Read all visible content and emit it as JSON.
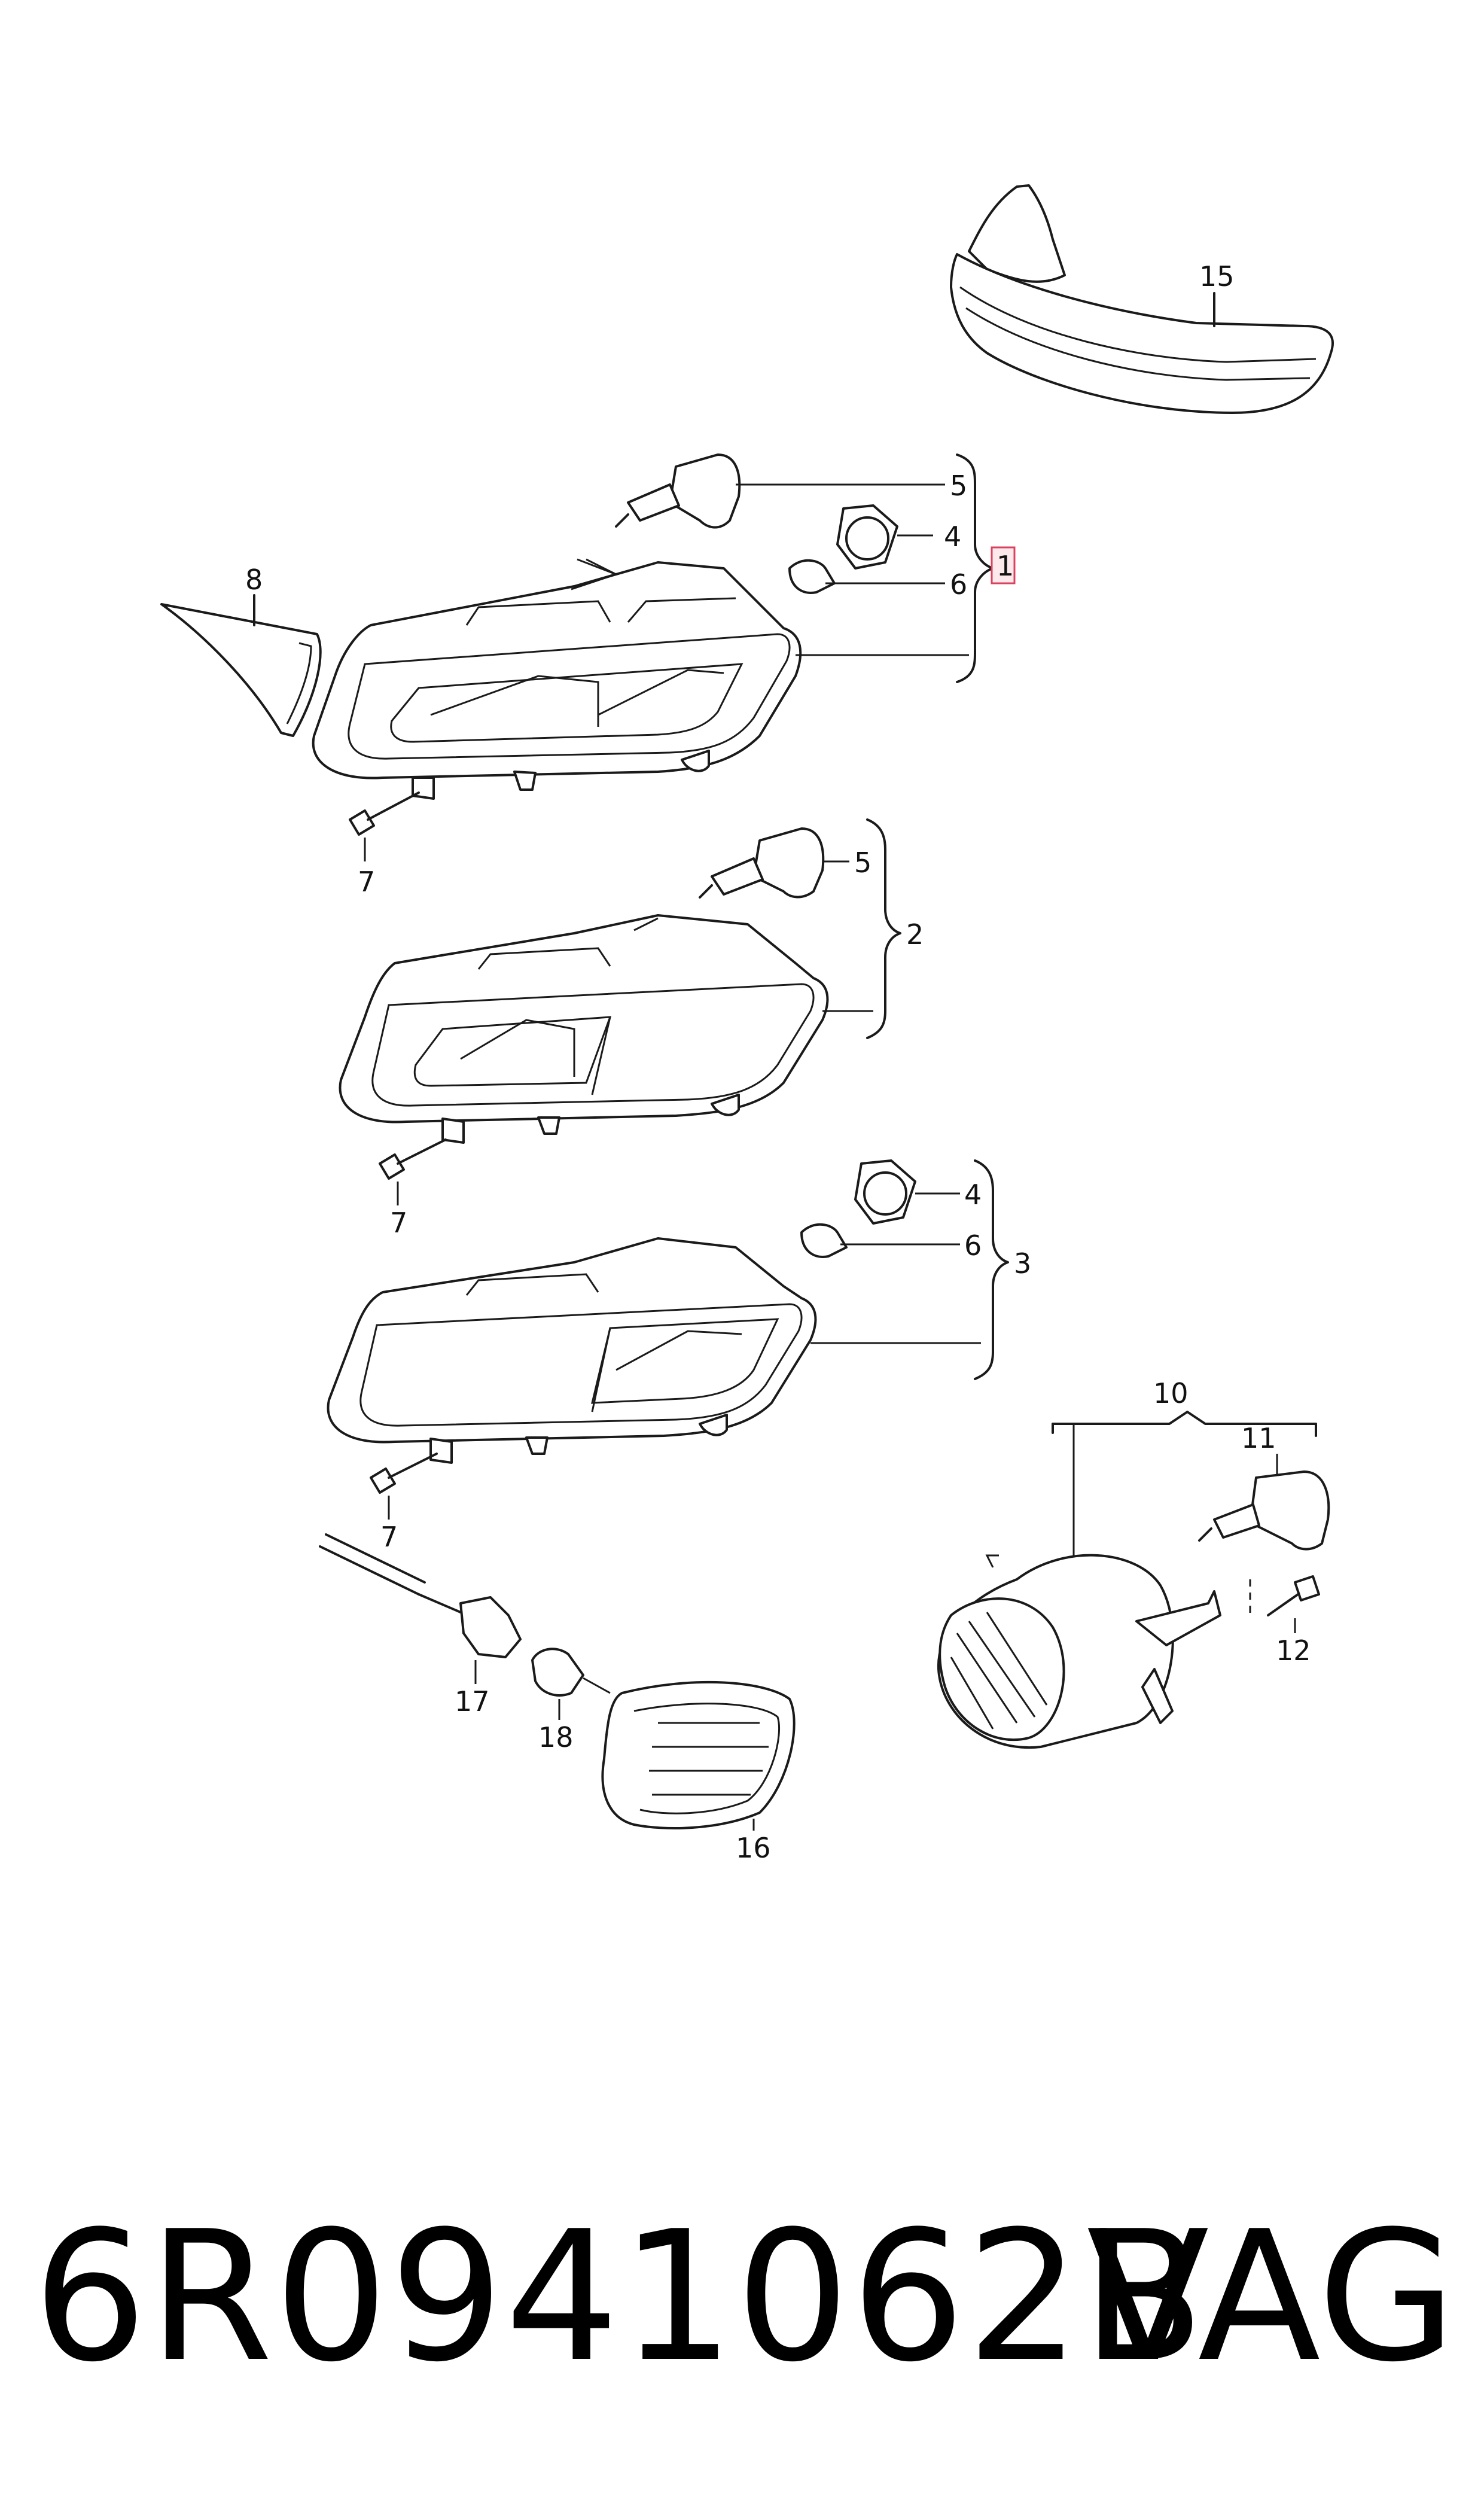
{
  "callouts": {
    "c1": "1",
    "c2": "2",
    "c3": "3",
    "c4a": "4",
    "c4b": "4",
    "c5a": "5",
    "c5b": "5",
    "c6a": "6",
    "c6b": "6",
    "c7a": "7",
    "c7b": "7",
    "c7c": "7",
    "c8": "8",
    "c10": "10",
    "c11": "11",
    "c12": "12",
    "c15": "15",
    "c16": "16",
    "c17": "17",
    "c18": "18"
  },
  "footer": {
    "part_number": "6R0941062B",
    "brand": "VAG"
  },
  "colors": {
    "line": "#1a1a1a",
    "highlight_fill": "#fde8ec",
    "highlight_stroke": "#d9435f"
  }
}
